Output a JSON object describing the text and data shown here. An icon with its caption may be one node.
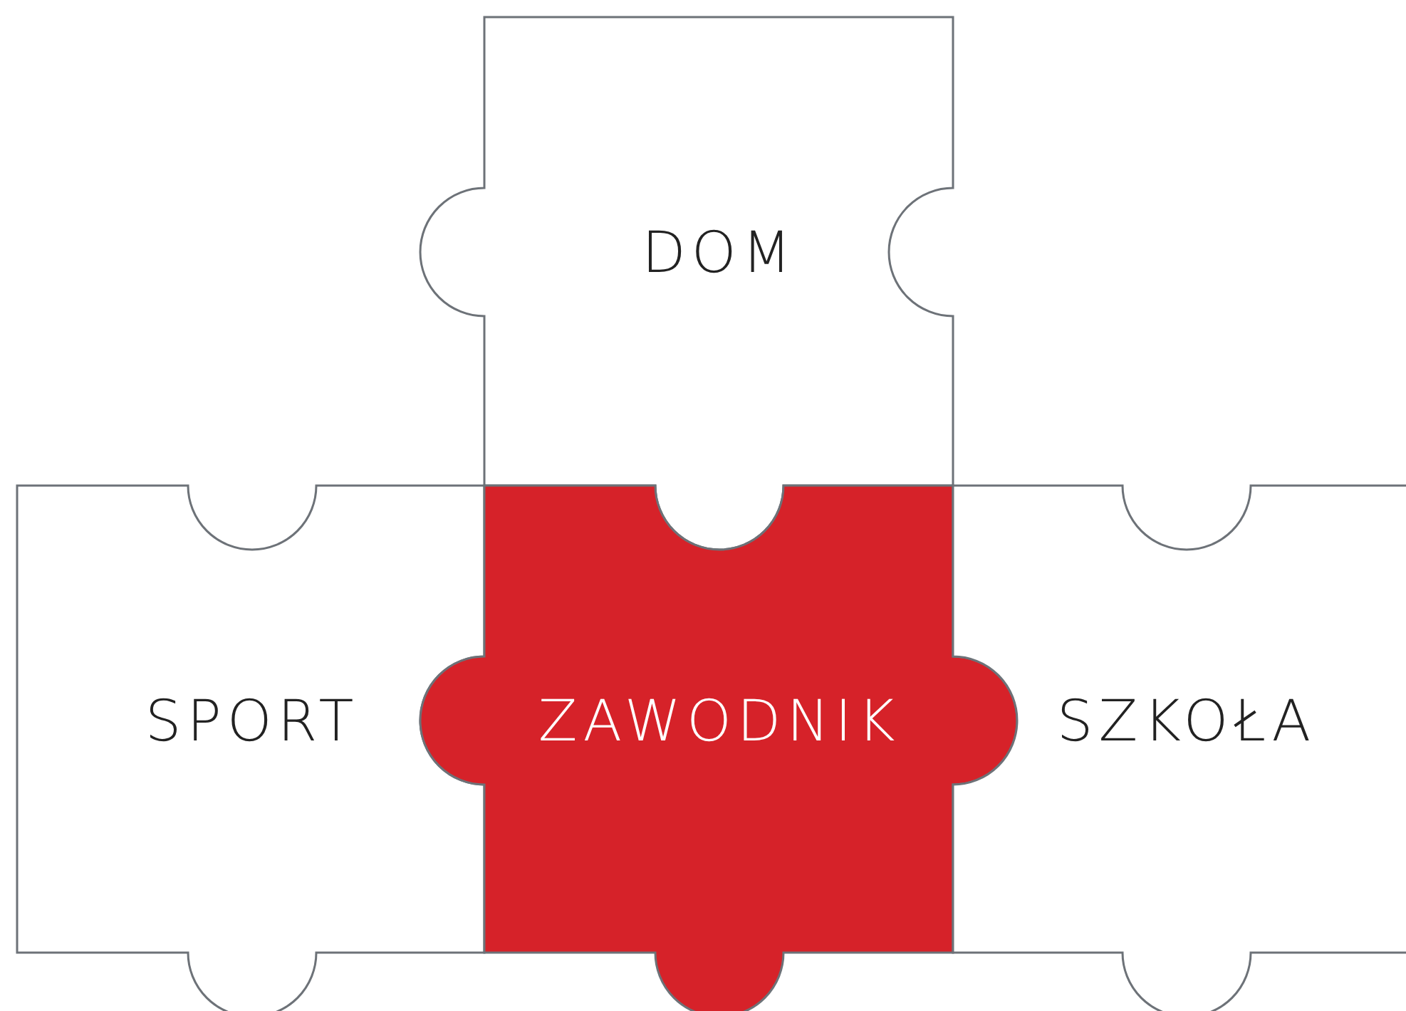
{
  "diagram": {
    "nodes": [
      {
        "text": [
          "DOM"
        ]
      },
      {
        "text": [
          "SPORT"
        ]
      },
      {
        "text": [
          "ZAWODNIK"
        ]
      },
      {
        "text": [
          "SZKOŁA"
        ]
      }
    ]
  }
}
